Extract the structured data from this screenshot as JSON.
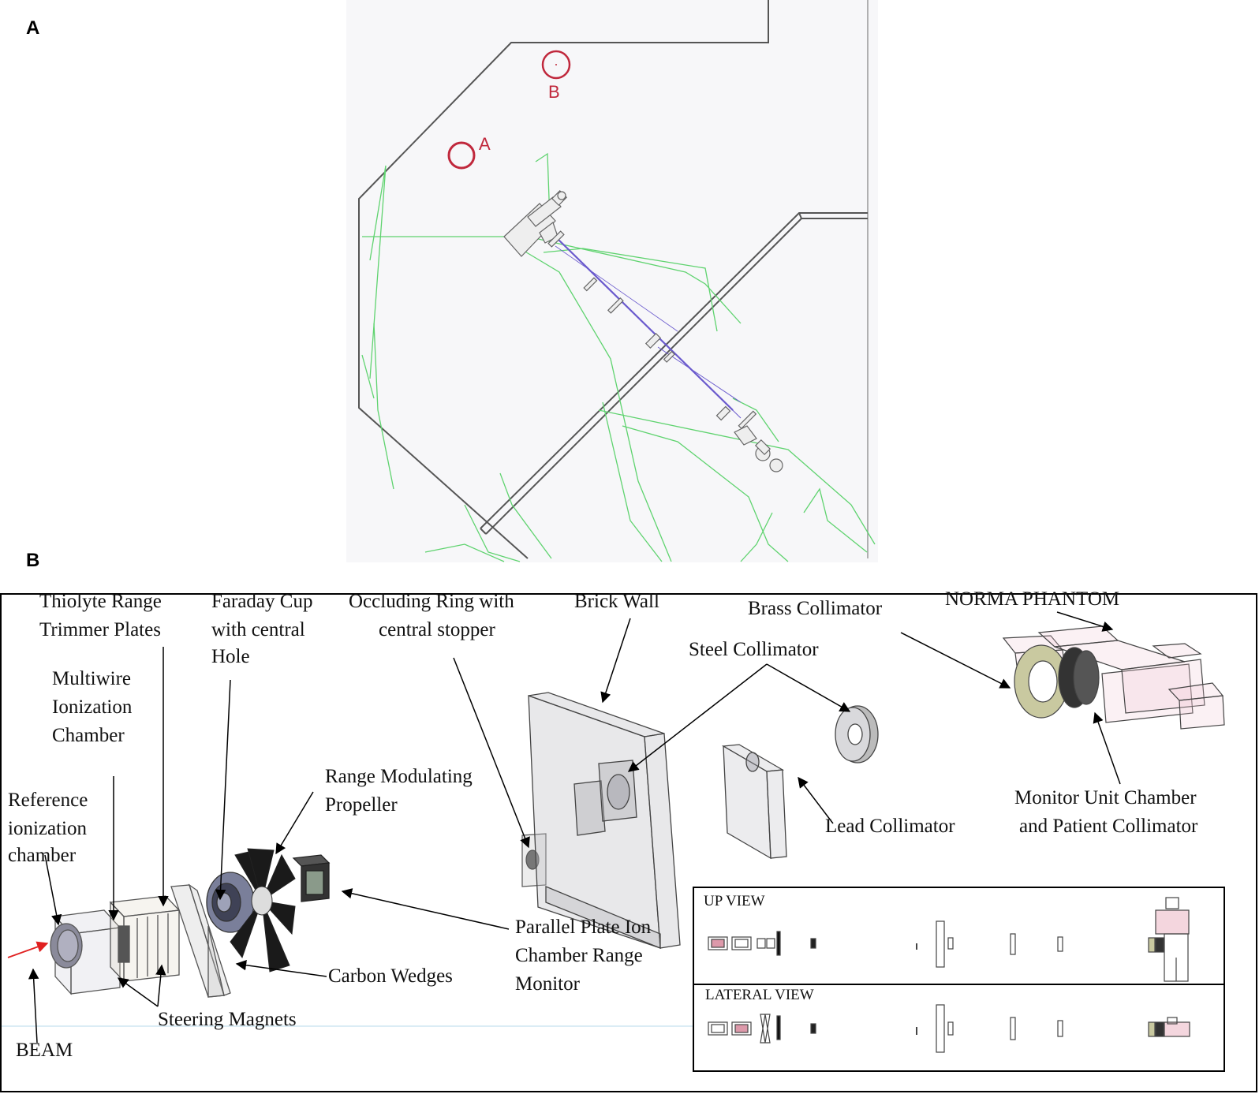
{
  "panels": {
    "a": "A",
    "b": "B"
  },
  "panel_a": {
    "point_a": "A",
    "point_b": "B"
  },
  "panel_b": {
    "labels": {
      "thiolyte_1": "Thiolyte Range",
      "thiolyte_2": "Trimmer Plates",
      "faraday_1": "Faraday Cup",
      "faraday_2": "with central",
      "faraday_3": "Hole",
      "occluding_1": "Occluding Ring with",
      "occluding_2": "central stopper",
      "brick_wall": "Brick Wall",
      "brass_collimator": "Brass Collimator",
      "norma_phantom": "NORMA PHANTOM",
      "steel_collimator": "Steel Collimator",
      "multiwire_1": "Multiwire",
      "multiwire_2": "Ionization",
      "multiwire_3": "Chamber",
      "reference_1": "Reference",
      "reference_2": "ionization",
      "reference_3": "chamber",
      "range_mod_1": "Range Modulating",
      "range_mod_2": "Propeller",
      "lead_collimator": "Lead Collimator",
      "monitor_1": "Monitor Unit Chamber",
      "monitor_2": "and Patient Collimator",
      "parallel_1": "Parallel Plate Ion",
      "parallel_2": "Chamber Range",
      "parallel_3": "Monitor",
      "carbon_wedges": "Carbon Wedges",
      "steering_magnets": "Steering Magnets",
      "beam": "BEAM"
    },
    "inset": {
      "up_view": "UP VIEW",
      "lateral_view": "LATERAL VIEW"
    }
  },
  "colors": {
    "track_green": "#5fd36f",
    "beam_blue": "#6a5acd",
    "marker_red": "#c0283c",
    "beam_arrow": "#e02020"
  }
}
